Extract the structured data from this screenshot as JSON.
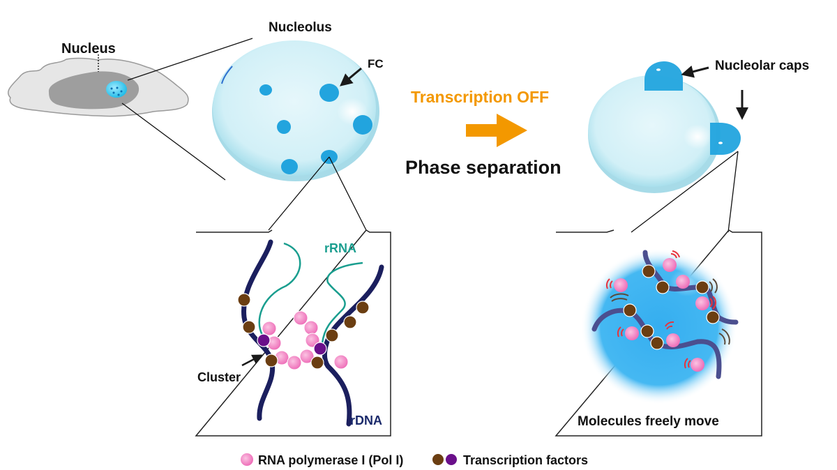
{
  "labels": {
    "nucleus": "Nucleus",
    "nucleolus": "Nucleolus",
    "fc": "FC",
    "transcription_off": "Transcription OFF",
    "phase_separation": "Phase separation",
    "nucleolar_caps": "Nucleolar caps",
    "rrna": "rRNA",
    "rdna": "rDNA",
    "cluster": "Cluster",
    "molecules_freely_move": "Molecules freely move"
  },
  "legend": {
    "pol1": "RNA polymerase I (Pol I)",
    "tf": "Transcription factors"
  },
  "colors": {
    "orange": "#f39800",
    "teal": "#1a9e8f",
    "navy": "#1b1f5e",
    "rdna_text": "#1b2a6b",
    "pink": "#f28ac4",
    "brown": "#6b3e12",
    "purple": "#6a0f8a",
    "fc_blue": "#22a4de",
    "sphere_blue": "#3db3ee"
  }
}
